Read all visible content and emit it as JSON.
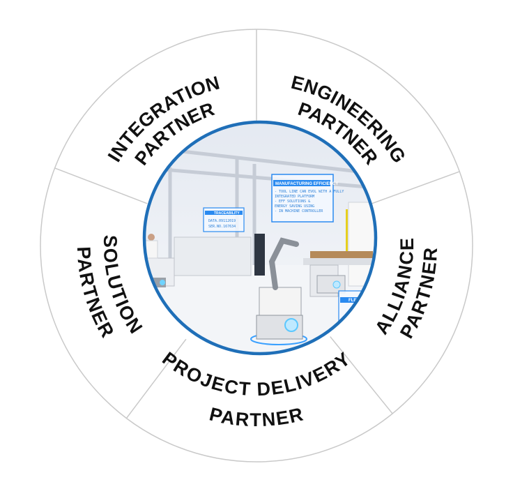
{
  "colors": {
    "ring": "#1f6fb8",
    "divider": "#c9c9c9",
    "text": "#111111",
    "panel": "#2a8af0"
  },
  "segments": [
    {
      "id": "integration",
      "lines": [
        "INTEGRATION",
        "PARTNER"
      ]
    },
    {
      "id": "engineering",
      "lines": [
        "ENGINEERING",
        "PARTNER"
      ]
    },
    {
      "id": "alliance",
      "lines": [
        "ALLIANCE",
        "PARTNER"
      ]
    },
    {
      "id": "project-delivery",
      "lines": [
        "PROJECT DELIVERY",
        "PARTNER"
      ]
    },
    {
      "id": "solution",
      "lines": [
        "SOLUTION",
        "PARTNER"
      ]
    }
  ],
  "center_image": {
    "panels": {
      "efficiency_title": "MANUFACTURING EFFICIENCY",
      "efficiency_lines": [
        "- TOOL LINE CAN EVOL WITH A FULLY",
        "INTEGRATED PLATFORM",
        "- EFF SOLUTIONS &",
        "ENERGY SAVING USING",
        "- IN MACHINE CONTROLLER"
      ],
      "trace_title": "TRACEABILITY",
      "trace_lines": [
        "DATA.09112019",
        "SER.NO.167634"
      ],
      "flex_title": "FLEXI"
    }
  }
}
